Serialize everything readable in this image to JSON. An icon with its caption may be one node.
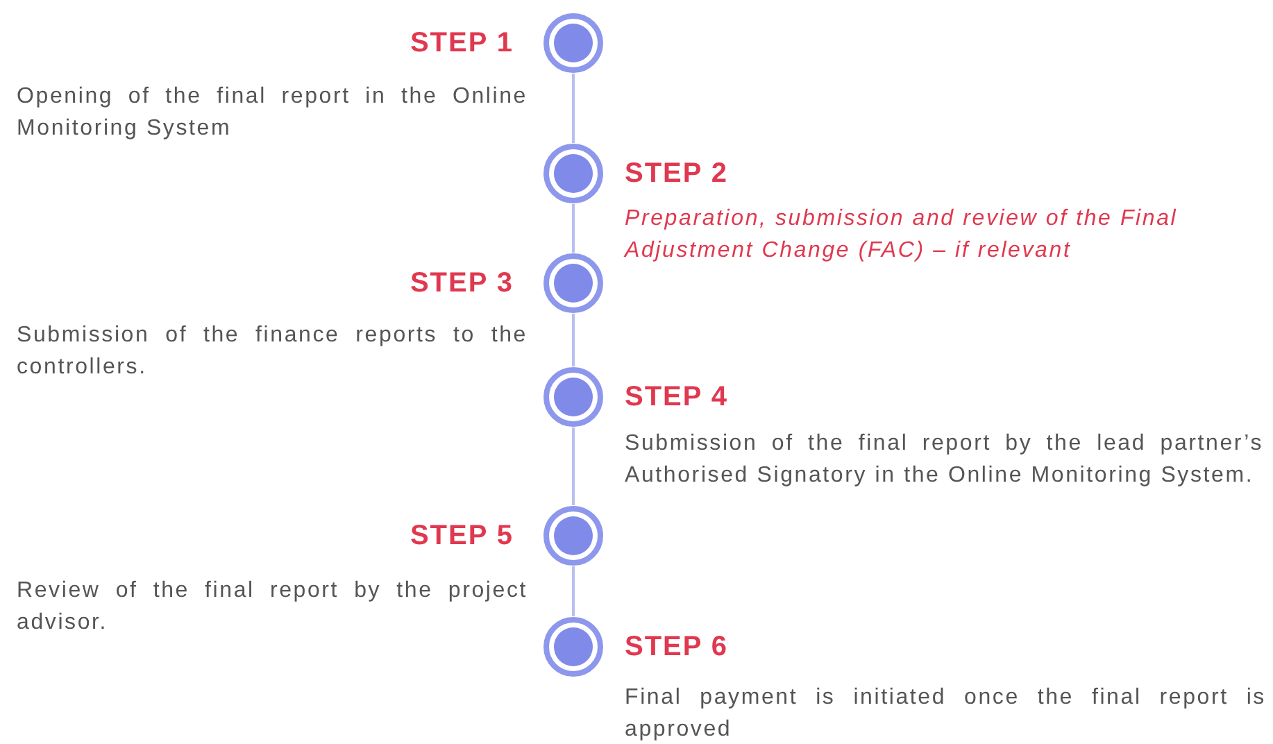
{
  "diagram": {
    "nodes": [
      {
        "text": [],
        "shape": "circle",
        "beside": [
          "STEP 1",
          "Opening of the final report in the Online Monitoring System"
        ]
      },
      {
        "text": [],
        "shape": "circle",
        "beside": [
          "STEP 2",
          "Preparation, submission and review of the Final Adjustment Change (FAC) – if relevant"
        ]
      },
      {
        "text": [],
        "shape": "circle",
        "beside": [
          "STEP 3",
          "Submission of the finance reports to the controllers."
        ]
      },
      {
        "text": [],
        "shape": "circle",
        "beside": [
          "STEP 4",
          "Submission of the final report by the lead partner’s Authorised Signatory in the Online Monitoring System."
        ]
      },
      {
        "text": [],
        "shape": "circle",
        "beside": [
          "STEP 5",
          "Review of the final report by the project advisor."
        ]
      },
      {
        "text": [],
        "shape": "circle",
        "beside": [
          "STEP 6",
          "Final payment is initiated once the final report is approved"
        ]
      }
    ],
    "edges": [
      {
        "from": 0,
        "to": 1,
        "arrow": "none"
      },
      {
        "from": 1,
        "to": 2,
        "arrow": "none"
      },
      {
        "from": 2,
        "to": 3,
        "arrow": "none"
      },
      {
        "from": 3,
        "to": 4,
        "arrow": "none"
      },
      {
        "from": 4,
        "to": 5,
        "arrow": "none"
      }
    ]
  }
}
